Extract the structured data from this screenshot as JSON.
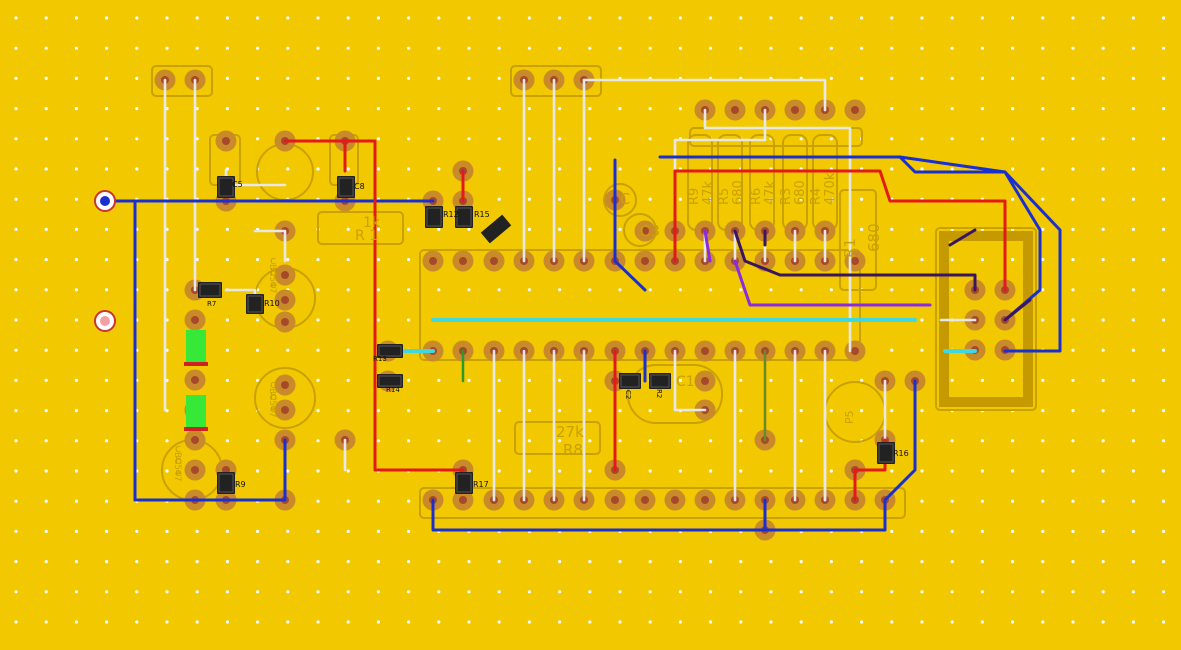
{
  "colors": {
    "board": "#f2c800",
    "hole": "#ffffff",
    "pad_outer": "#c98a2a",
    "pad_inner": "#a8482a",
    "silk": "#c9a100",
    "jumper_white": "#e8e8e8",
    "wire_blue": "#1a2fd0",
    "wire_red": "#e41a1a",
    "wire_cyan": "#3fd7e0",
    "wire_purple": "#8a2be2",
    "wire_dark": "#3a1560",
    "smd_body": "#222222",
    "led_green": "#38e838"
  },
  "labels": {
    "c5": "C5",
    "c8": "C8",
    "r7": "R7",
    "r10": "R10",
    "r12": "R12",
    "r15": "R15",
    "r13": "R13",
    "r14": "R14",
    "r17": "R17",
    "r9": "R9",
    "r16": "R16",
    "c2": "C2",
    "r2": "R2",
    "r1_big": "R1",
    "r1_val": "680",
    "r8": "R8",
    "r8_val": "27k",
    "r_1k": "1k",
    "r_1k_name": "R 1",
    "c3": "C3",
    "c1": "C1",
    "c_top": "C",
    "p5": "P5",
    "r_values": [
      "R9",
      "47k",
      "R5",
      "680",
      "R6",
      "47k",
      "R3",
      "680",
      "R4",
      "470k"
    ],
    "transistor": "BC547",
    "pins": [
      "c",
      "b",
      "e"
    ]
  }
}
